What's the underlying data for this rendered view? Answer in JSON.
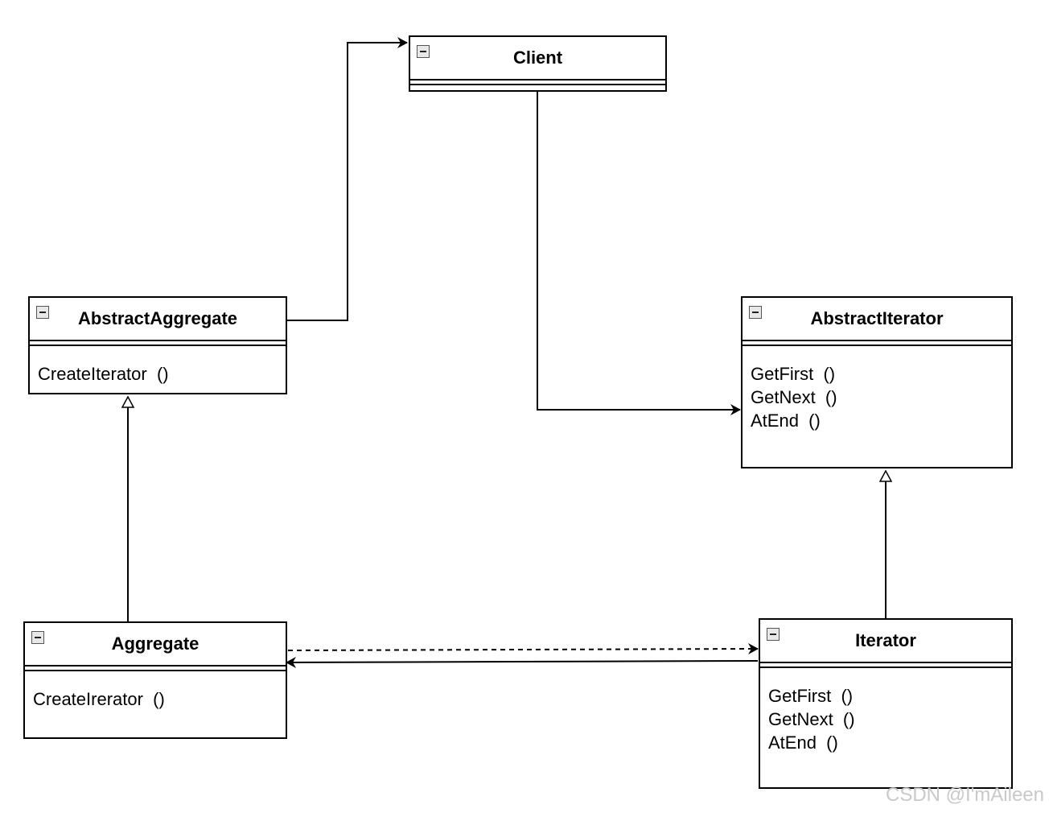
{
  "diagram": {
    "classes": [
      {
        "id": "client",
        "name": "Client",
        "operations": []
      },
      {
        "id": "abstract-aggregate",
        "name": "AbstractAggregate",
        "operations": [
          "CreateIterator  ()"
        ]
      },
      {
        "id": "abstract-iterator",
        "name": "AbstractIterator",
        "operations": [
          "GetFirst  ()",
          "GetNext  ()",
          "AtEnd  ()"
        ]
      },
      {
        "id": "aggregate",
        "name": "Aggregate",
        "operations": [
          "CreateIrerator  ()"
        ]
      },
      {
        "id": "iterator",
        "name": "Iterator",
        "operations": [
          "GetFirst  ()",
          "GetNext  ()",
          "AtEnd  ()"
        ]
      }
    ],
    "relations": [
      {
        "from": "abstract-aggregate",
        "to": "client",
        "type": "association"
      },
      {
        "from": "client",
        "to": "abstract-iterator",
        "type": "association"
      },
      {
        "from": "aggregate",
        "to": "abstract-aggregate",
        "type": "generalization"
      },
      {
        "from": "iterator",
        "to": "abstract-iterator",
        "type": "generalization"
      },
      {
        "from": "aggregate",
        "to": "iterator",
        "type": "dependency"
      },
      {
        "from": "iterator",
        "to": "aggregate",
        "type": "association"
      }
    ]
  },
  "watermark": "CSDN @I'mAileen"
}
